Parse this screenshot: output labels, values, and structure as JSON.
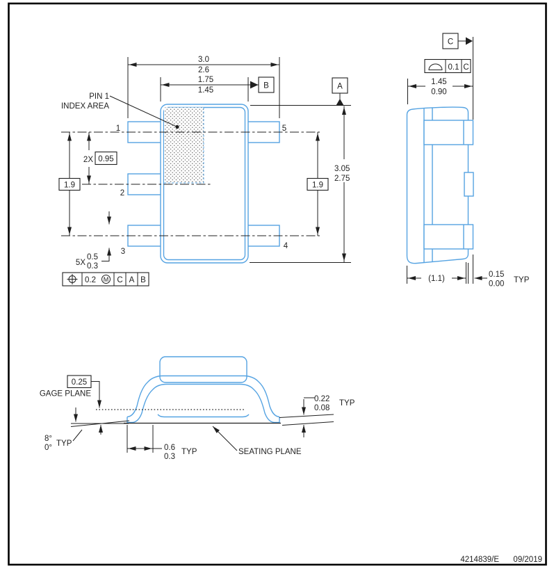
{
  "colors": {
    "package_outline_blue": "#55a3e2",
    "dimension_ink": "#1f1f1f",
    "page_border": "#000000"
  },
  "footer": {
    "doc_number": "4214839/E",
    "date": "09/2019"
  },
  "top_view": {
    "pin1_line1": "PIN 1",
    "pin1_line2": "INDEX AREA",
    "width_max": "3.0",
    "width_min": "2.6",
    "body_width_max": "1.75",
    "body_width_min": "1.45",
    "datum_a": "A",
    "datum_b": "B",
    "length_max": "3.05",
    "length_min": "2.75",
    "span_left": "1.9",
    "span_right": "1.9",
    "pitch_count": "2X",
    "pitch": "0.95",
    "lead_count": "5X",
    "lead_width_max": "0.5",
    "lead_width_min": "0.3",
    "pin_numbers": {
      "p1": "1",
      "p2": "2",
      "p3": "3",
      "p4": "4",
      "p5": "5"
    },
    "position_frame": {
      "tolerance": "0.2",
      "modifier": "M",
      "datum1": "C",
      "datum2": "A",
      "datum3": "B"
    }
  },
  "side_view": {
    "datum_c": "C",
    "profile_frame": {
      "tolerance": "0.1",
      "datum": "C"
    },
    "height_max": "1.45",
    "height_min": "0.90",
    "body_thickness_ref": "(1.1)",
    "standoff_max": "0.15",
    "standoff_min": "0.00",
    "standoff_typ": "TYP"
  },
  "front_view": {
    "gage_offset": "0.25",
    "gage_plane_label": "GAGE PLANE",
    "lead_thickness_max": "0.22",
    "lead_thickness_min": "0.08",
    "lead_thickness_typ": "TYP",
    "foot_angle_max": "8°",
    "foot_angle_min": "0°",
    "foot_angle_typ": "TYP",
    "foot_length_max": "0.6",
    "foot_length_min": "0.3",
    "foot_length_typ": "TYP",
    "seating_plane_label": "SEATING PLANE"
  }
}
